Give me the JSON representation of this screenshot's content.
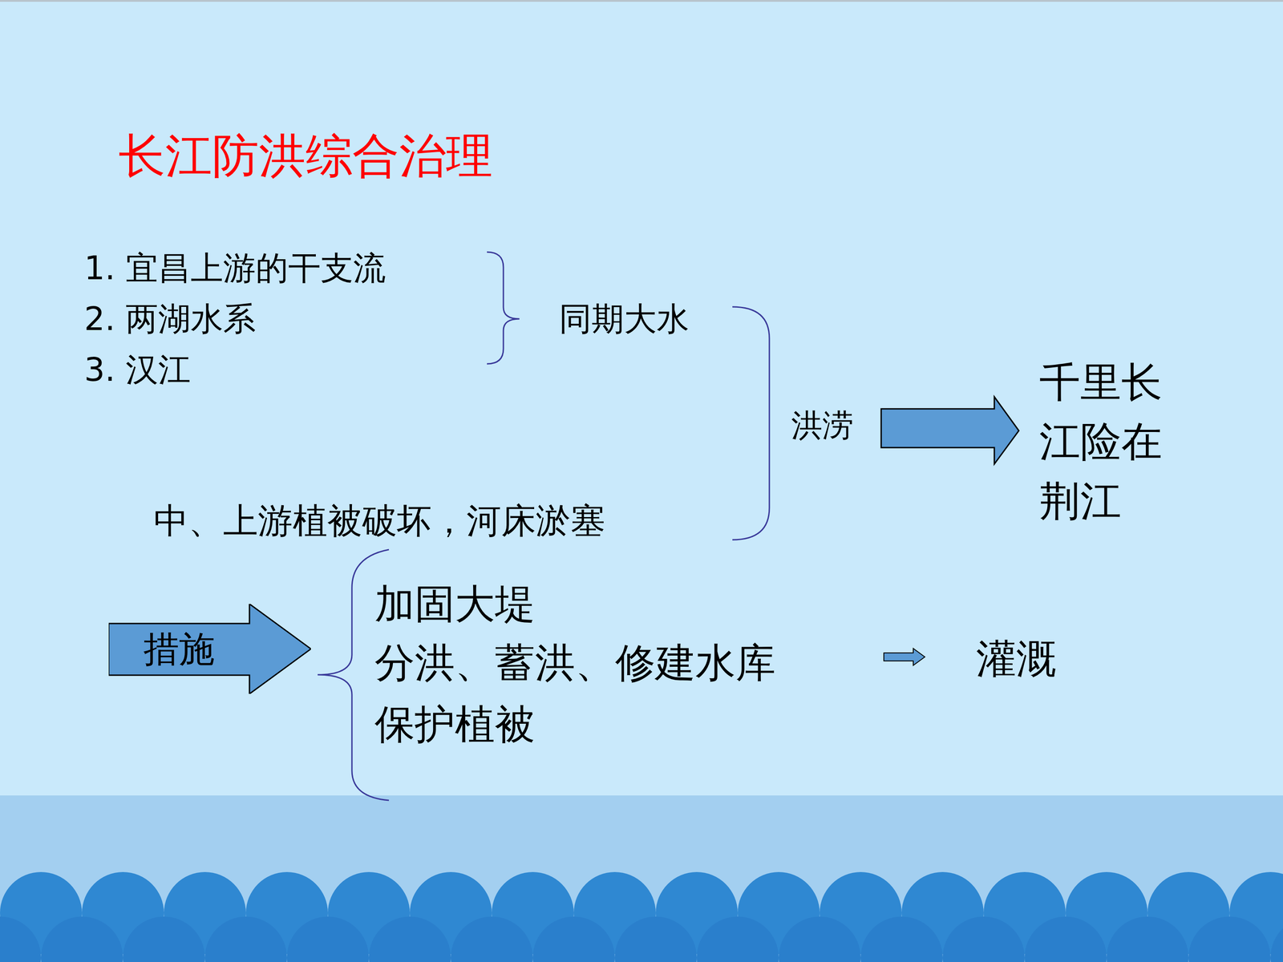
{
  "diagram": {
    "title": "长江防洪综合治理",
    "nodes": [
      {
        "text": [
          "措施"
        ]
      }
    ],
    "labels": [
      "1. 宜昌上游的干支流",
      "2. 两湖水系",
      "3. 汉江",
      "同期大水",
      "洪涝",
      "千里长江险在荆江",
      "中、上游植被破坏，河床淤塞",
      "加固大堤",
      "分洪、蓄洪、修建水库",
      "灌溉",
      "保护植被"
    ]
  }
}
